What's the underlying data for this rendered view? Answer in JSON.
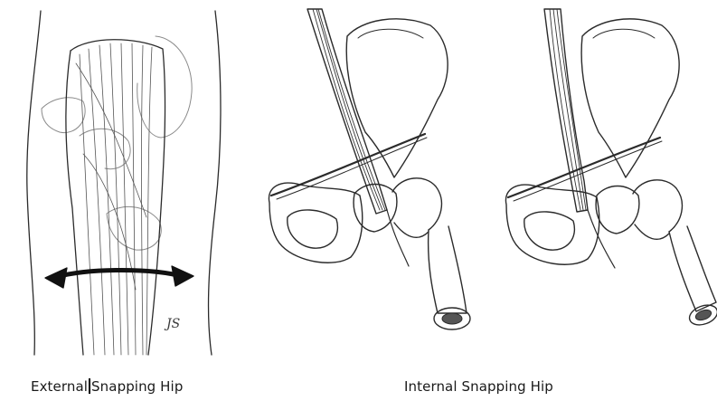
{
  "captions": {
    "external_part1": "External",
    "external_part2": "Snapping Hip",
    "internal": "Internal Snapping Hip"
  },
  "signature": "JS",
  "colors": {
    "line": "#2b2b2b",
    "muscle": "#3a3a3a",
    "background": "#ffffff"
  }
}
